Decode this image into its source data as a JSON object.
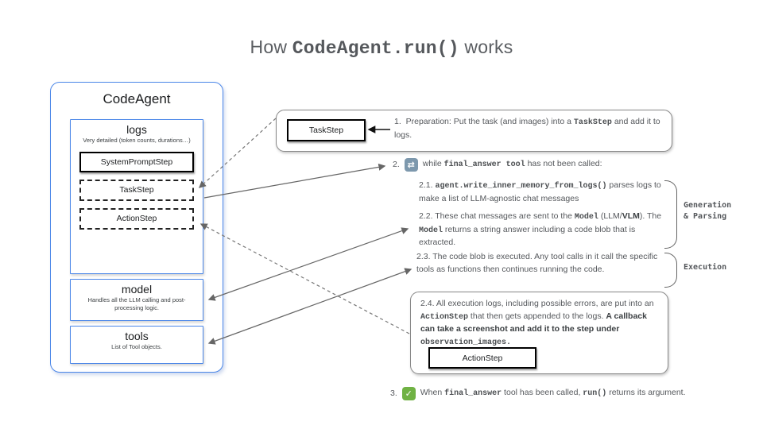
{
  "title": {
    "pre": "How ",
    "code": "CodeAgent.run()",
    "post": " works"
  },
  "agent": {
    "title": "CodeAgent",
    "logs": {
      "title": "logs",
      "subtitle": "Very detailed (token counts, durations…)",
      "steps": [
        {
          "label": "SystemPromptStep"
        },
        {
          "label": "TaskStep"
        },
        {
          "label": "ActionStep"
        }
      ]
    },
    "model": {
      "title": "model",
      "subtitle": "Handles all the LLM calling and post-processing logic."
    },
    "tools": {
      "title": "tools",
      "subtitle": "List of Tool objects."
    }
  },
  "right": {
    "step1": {
      "chip": "TaskStep",
      "number": "1.",
      "seg1": "Preparation: Put the task (and images) into a ",
      "code1": "TaskStep",
      "seg2": " and add it to logs."
    },
    "step2": {
      "number": "2.",
      "icon": {
        "name": "repeat-icon",
        "glyph": "⇄",
        "bg": "#7d98ad"
      },
      "seg1": "while ",
      "code1": "final_answer tool",
      "seg2": " has not been called:"
    },
    "step21": {
      "seg1": "2.1. ",
      "code1": "agent.write_inner_memory_from_logs()",
      "seg2": " parses logs to make a list of LLM-agnostic chat messages"
    },
    "step22": {
      "seg1": "2.2. These chat messages are sent to the ",
      "code1": "Model",
      "seg2": " (LLM/",
      "bold1": "VLM",
      "seg3": "). The ",
      "code2": "Model",
      "seg4": " returns a string answer including a code blob that is extracted."
    },
    "step23": {
      "seg1": "2.3. The code blob is executed. Any tool calls in it call the specific tools as functions then continues running the code."
    },
    "step24": {
      "seg1": "2.4. All execution logs, including possible errors, are put into an ",
      "code1": "ActionStep",
      "seg2": " that then gets appended to the logs. ",
      "bold1": "A callback can  take a screenshot and add it to the step under ",
      "codebold1": "observation_images.",
      "chip": "ActionStep"
    },
    "step3": {
      "number": "3.",
      "icon": {
        "name": "check-icon",
        "glyph": "✓",
        "bg": "#70b244"
      },
      "seg1": "When ",
      "code1": "final_answer",
      "seg2": " tool has been called, ",
      "code2": "run()",
      "seg3": " returns its argument."
    },
    "side_labels": {
      "generation_line1": "Generation",
      "generation_line2": "& Parsing",
      "execution": "Execution"
    }
  },
  "colors": {
    "accent_blue": "#4a86e8",
    "text_gray": "#55585c",
    "arrow_gray": "#666666",
    "repeat_icon_bg": "#7d98ad",
    "check_icon_bg": "#70b244"
  }
}
